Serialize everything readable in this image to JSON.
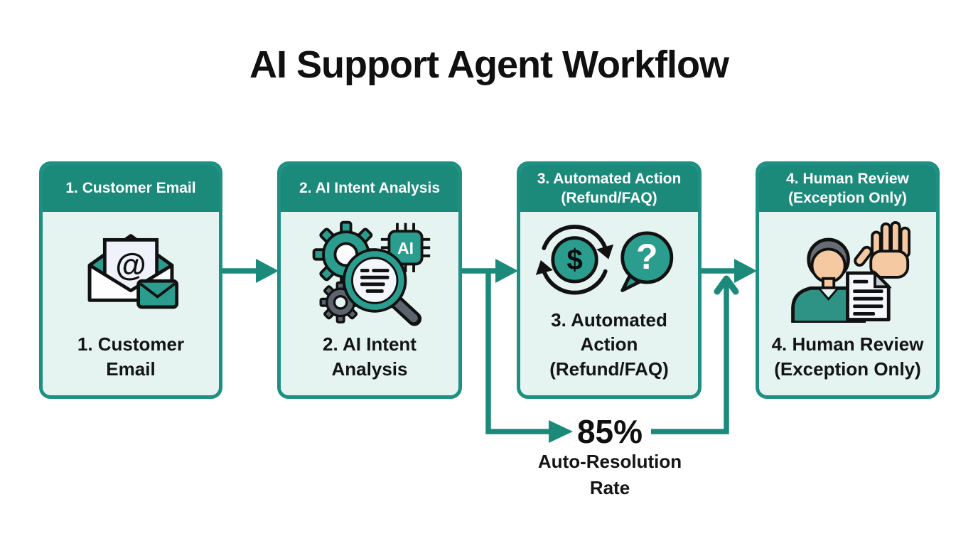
{
  "title": "AI Support Agent Workflow",
  "steps": [
    {
      "header_lines": [
        "1. Customer Email"
      ],
      "label_lines": [
        "1. Customer",
        "Email"
      ]
    },
    {
      "header_lines": [
        "2. AI Intent Analysis"
      ],
      "label_lines": [
        "2. AI Intent",
        "Analysis"
      ]
    },
    {
      "header_lines": [
        "3. Automated Action",
        "(Refund/FAQ)"
      ],
      "label_lines": [
        "3. Automated Action",
        "(Refund/FAQ)"
      ]
    },
    {
      "header_lines": [
        "4. Human Review",
        "(Exception Only)"
      ],
      "label_lines": [
        "4. Human Review",
        "(Exception Only)"
      ]
    }
  ],
  "callout": {
    "value": "85%",
    "label_lines": [
      "Auto-Resolution",
      "Rate"
    ]
  },
  "icon_glyphs": {
    "at": "@",
    "ai_chip": "AI",
    "dollar": "$",
    "question": "?"
  },
  "colors": {
    "teal": "#1C8A7B",
    "teal_border": "#1E9083",
    "teal_icon": "#2A9D8F",
    "mint_bg": "#E5F4F1",
    "text": "#101010",
    "white": "#FFFFFF"
  }
}
